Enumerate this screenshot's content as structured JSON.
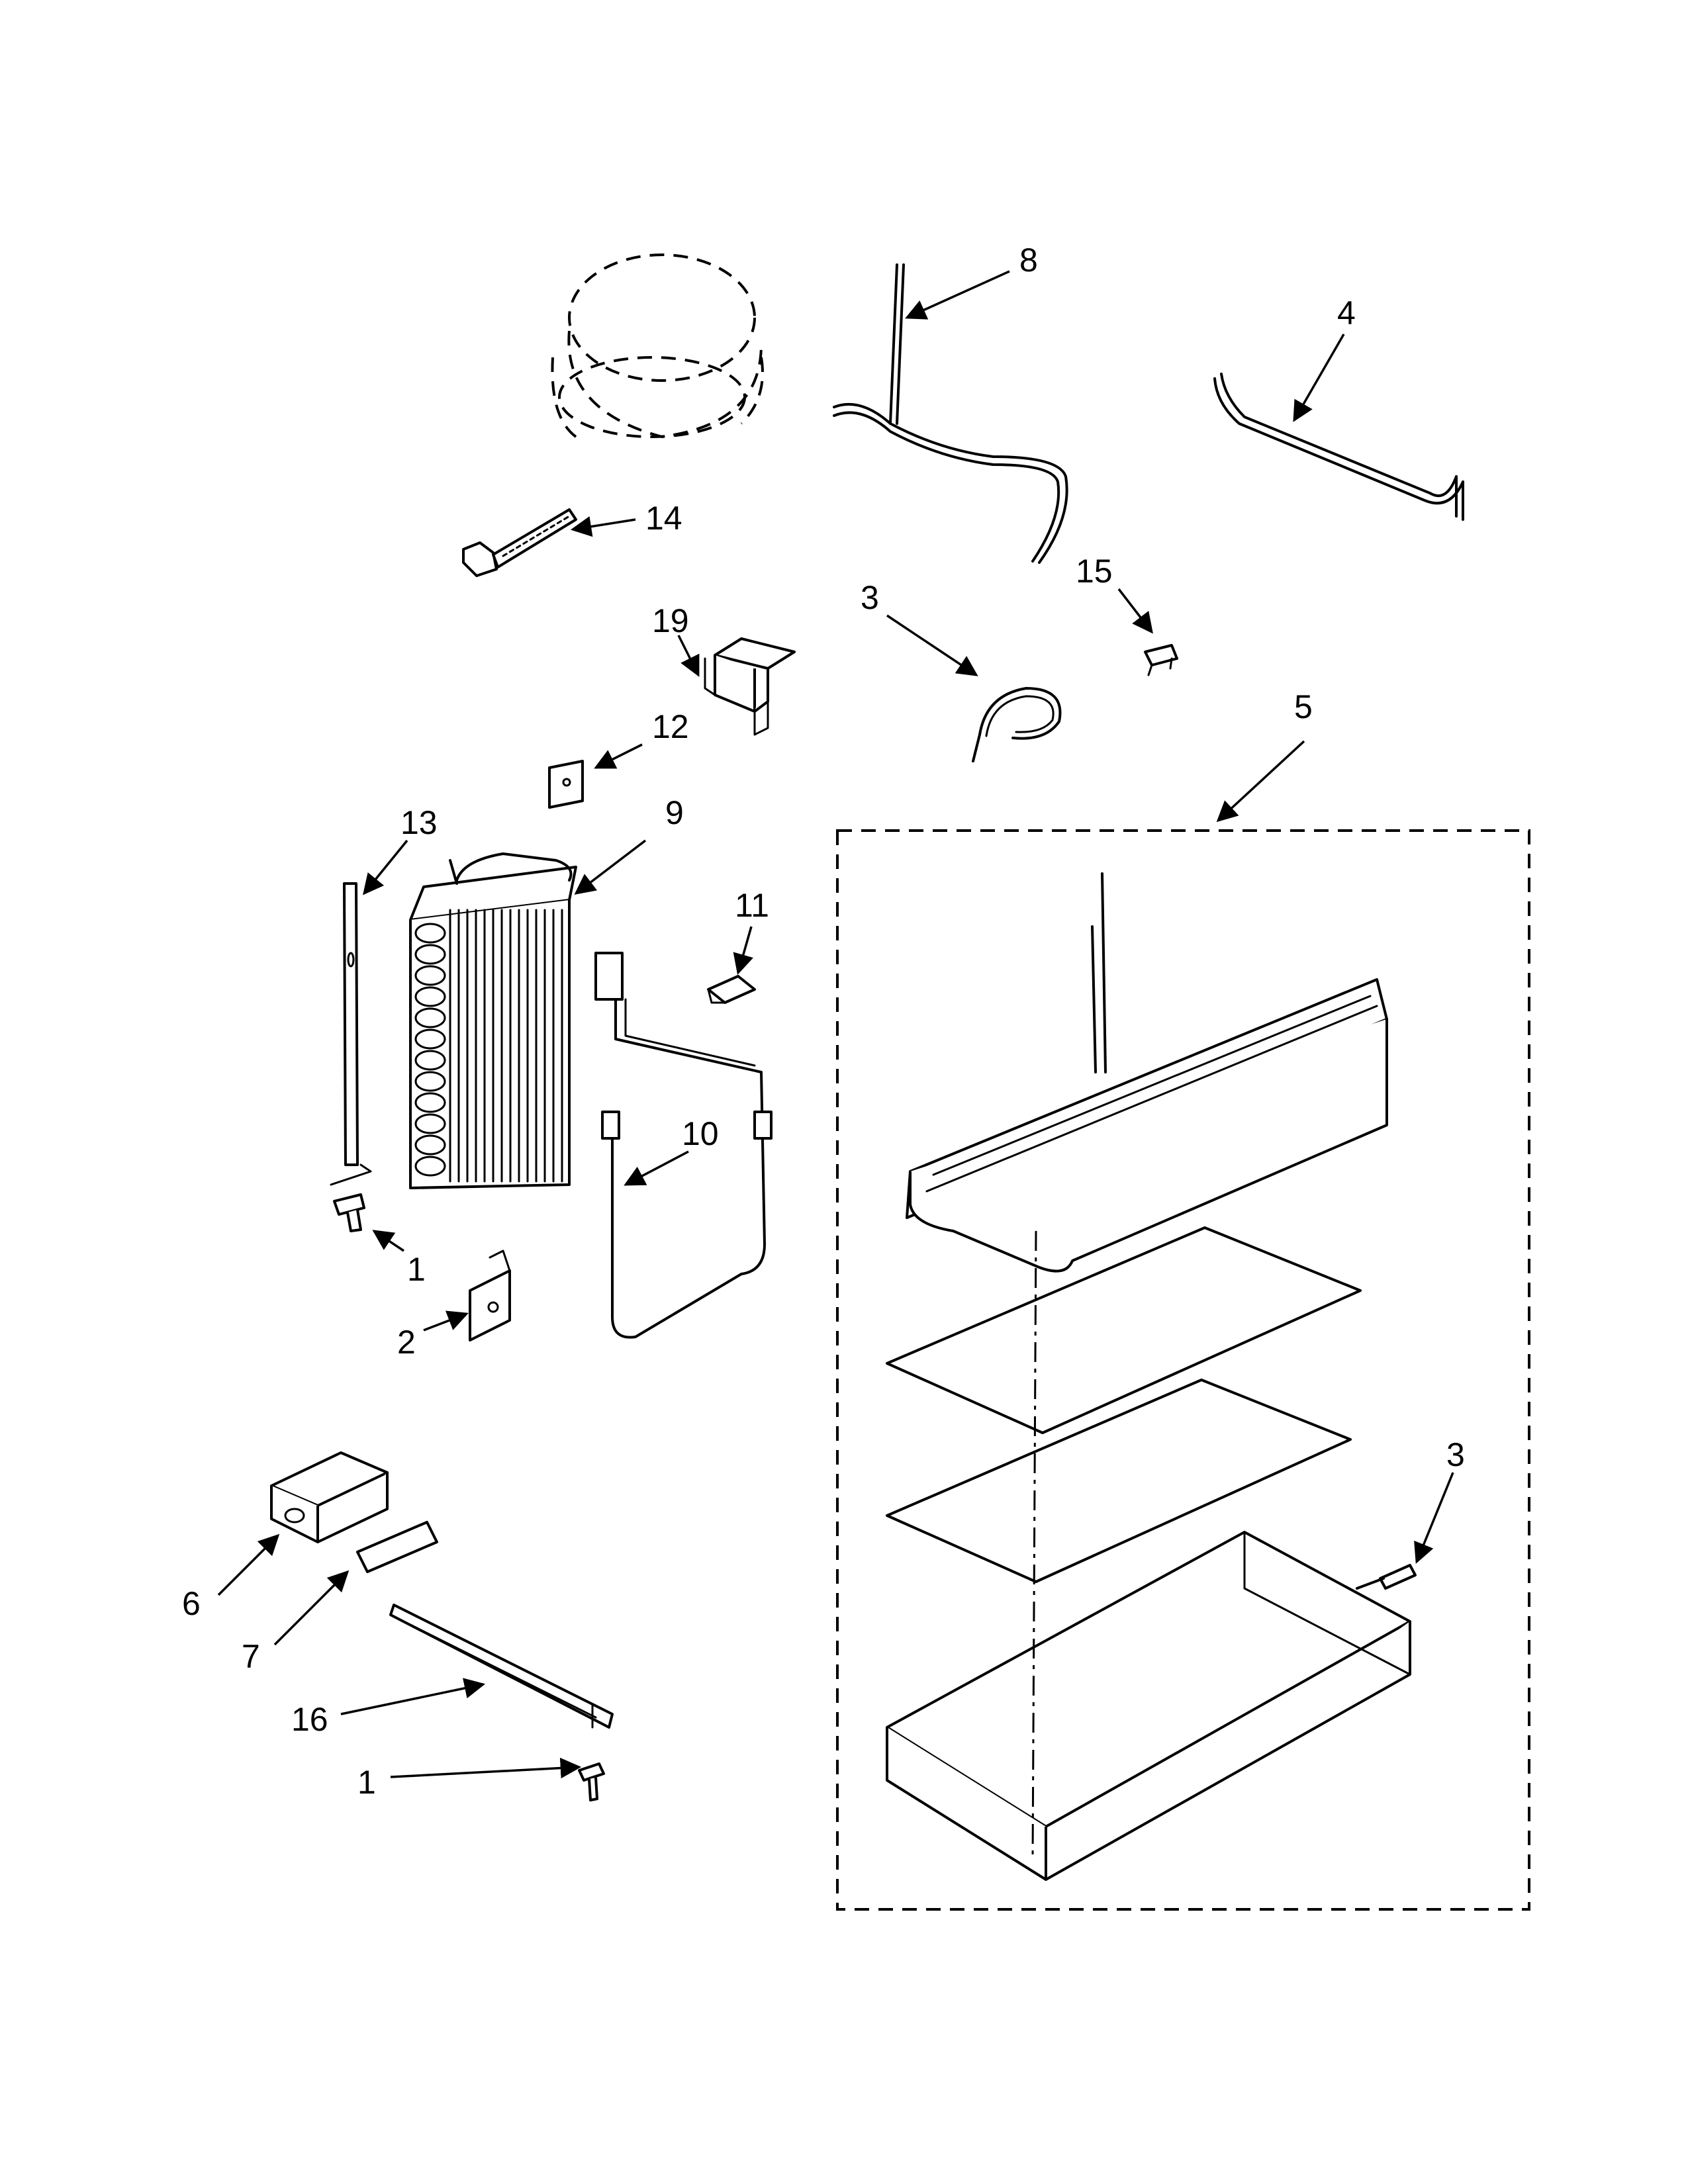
{
  "callouts": {
    "c1a": "1",
    "c1b": "1",
    "c2": "2",
    "c3a": "3",
    "c3b": "3",
    "c4": "4",
    "c5": "5",
    "c6": "6",
    "c7": "7",
    "c8": "8",
    "c9": "9",
    "c10": "10",
    "c11": "11",
    "c12": "12",
    "c13": "13",
    "c14": "14",
    "c15": "15",
    "c16": "16",
    "c19": "19"
  },
  "colors": {
    "ink": "#000000",
    "paper": "#ffffff"
  }
}
